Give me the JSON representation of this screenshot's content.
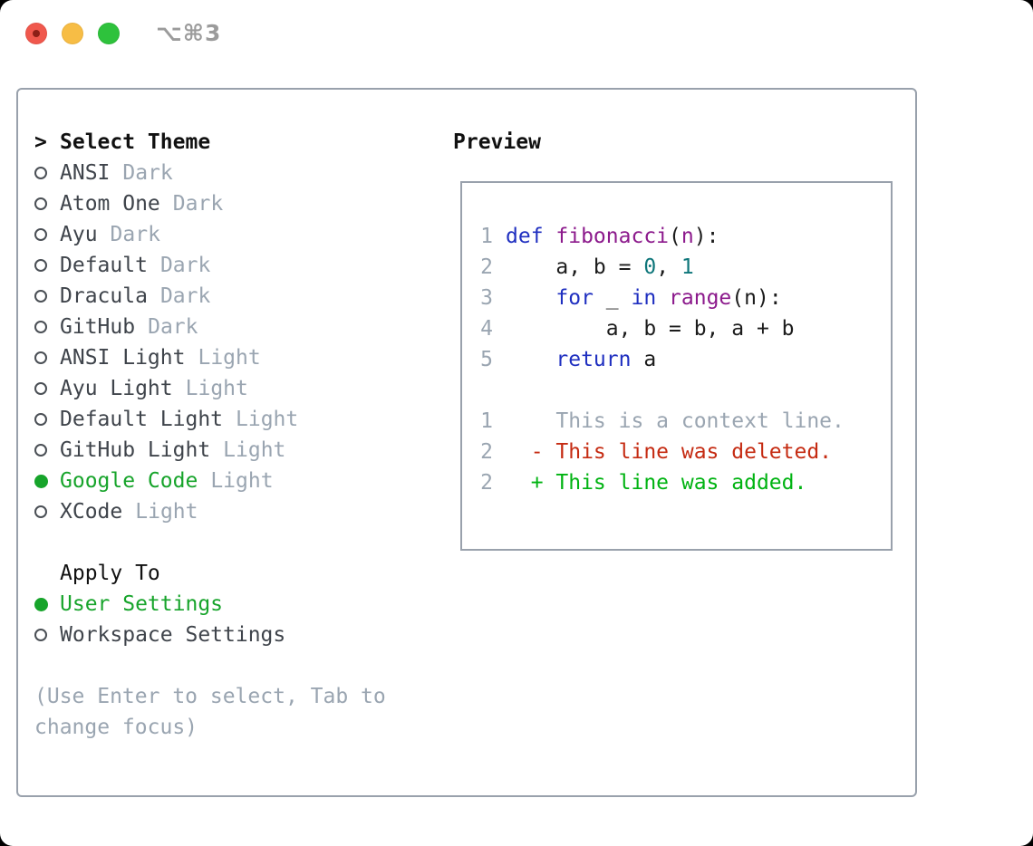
{
  "window": {
    "title": "⌥⌘3"
  },
  "theme_selector": {
    "cursor": ">",
    "header": "Select Theme",
    "items": [
      {
        "name": "ANSI",
        "tag": "Dark",
        "selected": false
      },
      {
        "name": "Atom One",
        "tag": "Dark",
        "selected": false
      },
      {
        "name": "Ayu",
        "tag": "Dark",
        "selected": false
      },
      {
        "name": "Default",
        "tag": "Dark",
        "selected": false
      },
      {
        "name": "Dracula",
        "tag": "Dark",
        "selected": false
      },
      {
        "name": "GitHub",
        "tag": "Dark",
        "selected": false
      },
      {
        "name": "ANSI Light",
        "tag": "Light",
        "selected": false
      },
      {
        "name": "Ayu Light",
        "tag": "Light",
        "selected": false
      },
      {
        "name": "Default Light",
        "tag": "Light",
        "selected": false
      },
      {
        "name": "GitHub Light",
        "tag": "Light",
        "selected": false
      },
      {
        "name": "Google Code",
        "tag": "Light",
        "selected": true
      },
      {
        "name": "XCode",
        "tag": "Light",
        "selected": false
      }
    ]
  },
  "apply_to": {
    "header": "Apply To",
    "options": [
      {
        "name": "User Settings",
        "selected": true
      },
      {
        "name": "Workspace Settings",
        "selected": false
      }
    ]
  },
  "hint": "(Use Enter to select, Tab to change focus)",
  "preview": {
    "header": "Preview",
    "code_lines": [
      {
        "num": "1",
        "tokens": [
          {
            "text": "def ",
            "style": "keyword"
          },
          {
            "text": "fibonacci",
            "style": "name"
          },
          {
            "text": "(",
            "style": "plain"
          },
          {
            "text": "n",
            "style": "name"
          },
          {
            "text": "):",
            "style": "plain"
          }
        ]
      },
      {
        "num": "2",
        "tokens": [
          {
            "text": "    a, b = ",
            "style": "plain"
          },
          {
            "text": "0",
            "style": "number"
          },
          {
            "text": ", ",
            "style": "plain"
          },
          {
            "text": "1",
            "style": "number"
          }
        ]
      },
      {
        "num": "3",
        "tokens": [
          {
            "text": "    ",
            "style": "plain"
          },
          {
            "text": "for",
            "style": "keyword"
          },
          {
            "text": " _ ",
            "style": "plain"
          },
          {
            "text": "in",
            "style": "keyword"
          },
          {
            "text": " ",
            "style": "plain"
          },
          {
            "text": "range",
            "style": "name"
          },
          {
            "text": "(n):",
            "style": "plain"
          }
        ]
      },
      {
        "num": "4",
        "tokens": [
          {
            "text": "        a, b = b, a + b",
            "style": "plain"
          }
        ]
      },
      {
        "num": "5",
        "tokens": [
          {
            "text": "    ",
            "style": "plain"
          },
          {
            "text": "return",
            "style": "keyword"
          },
          {
            "text": " a",
            "style": "plain"
          }
        ]
      }
    ],
    "diff_lines": [
      {
        "num": "1",
        "text": "    This is a context line.",
        "kind": "context"
      },
      {
        "num": "2",
        "text": "  - This line was deleted.",
        "kind": "deleted"
      },
      {
        "num": "2",
        "text": "  + This line was added.",
        "kind": "added"
      }
    ]
  },
  "colors": {
    "accent_green": "#17a42b",
    "keyword_blue": "#1f2fc0",
    "name_magenta": "#8c1a8c",
    "number_teal": "#0e767a",
    "diff_deleted_red": "#c52b12",
    "diff_added_green": "#00b312",
    "muted_gray": "#9aa5b1",
    "item_gray": "#3f444b",
    "border_gray": "#99a1ac",
    "traffic_red": "#f0584d",
    "traffic_yellow": "#f7bd45",
    "traffic_green": "#2ec23c"
  }
}
